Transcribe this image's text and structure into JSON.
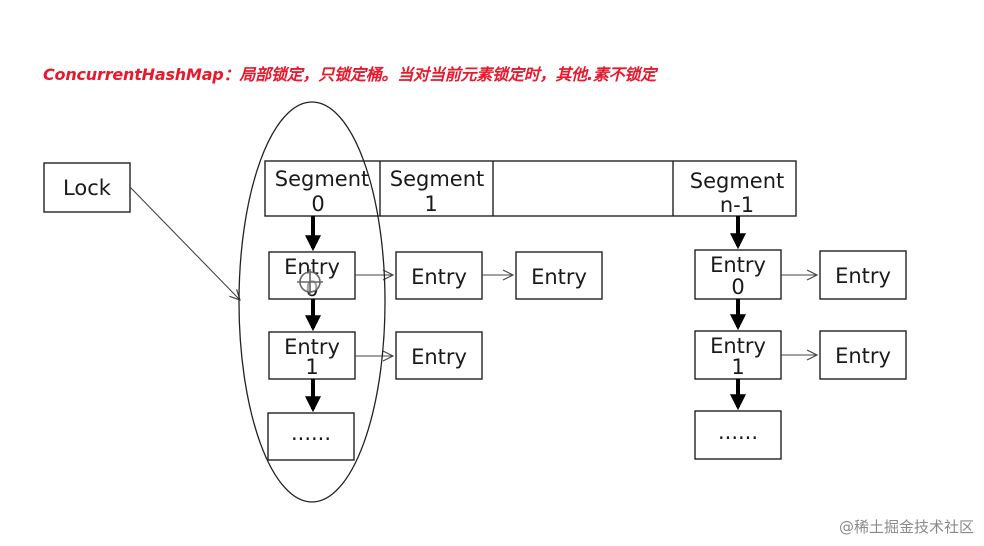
{
  "title": "ConcurrentHashMap：局部锁定，只锁定桶。当对当前元素锁定时，其他.素不锁定",
  "lock": {
    "label": "Lock"
  },
  "segments": [
    {
      "line1": "Segment",
      "line2": "0"
    },
    {
      "line1": "Segment",
      "line2": "1"
    },
    {
      "line1": "",
      "line2": ""
    },
    {
      "line1": "Segment",
      "line2": "n-1"
    }
  ],
  "entries": {
    "entry_label": "Entry",
    "index_0": "0",
    "index_1": "1",
    "ellipsis": "......"
  },
  "watermark": "@稀土掘金技术社区"
}
